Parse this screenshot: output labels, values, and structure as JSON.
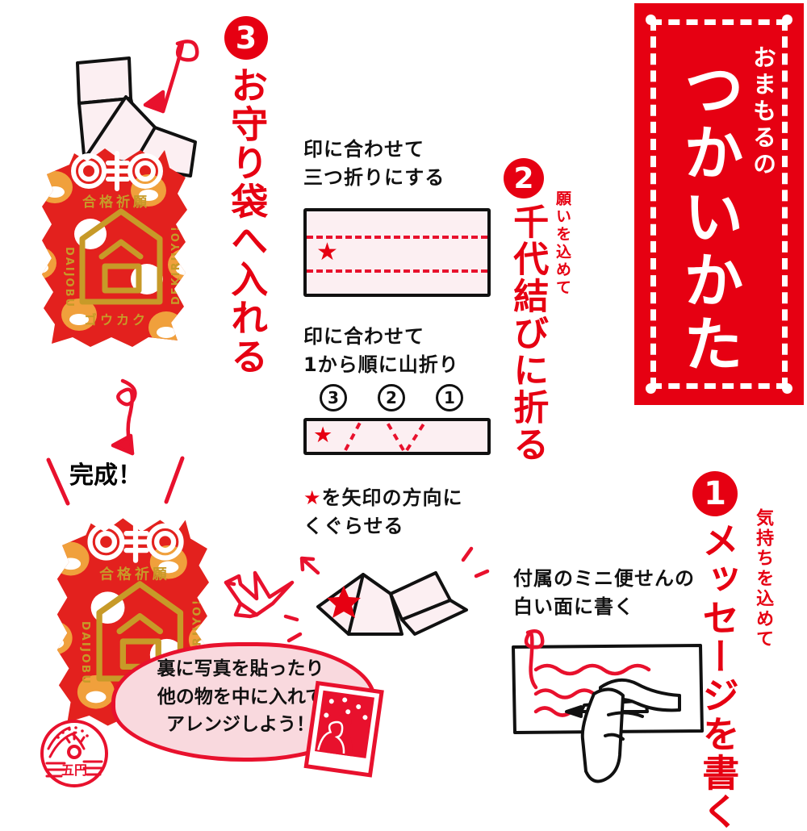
{
  "title_banner": {
    "main_text": "つかいかた",
    "sub_text": "おまもるの",
    "bg_color": "#E60012",
    "text_color": "#FFFFFF"
  },
  "accent_colors": {
    "red": "#E60012",
    "line_red": "#E8112D",
    "paper_pink": "#FCEFF2",
    "bubble_pink": "#F9D9DE",
    "gold": "#C9A227",
    "ink_black": "#111111"
  },
  "steps": [
    {
      "number": "1",
      "sub_heading": "気持ちを込めて",
      "heading": "メッセージを書く",
      "caption": "付属のミニ便せんの\n白い面に書く"
    },
    {
      "number": "2",
      "sub_heading": "願いを込めて",
      "heading": "千代結びに折る",
      "caption_fold_three": "印に合わせて\n三つ折りにする",
      "caption_mountain_fold": "印に合わせて\n1から順に山折り",
      "fold_marks": [
        "3",
        "2",
        "1"
      ],
      "caption_star": "を矢印の方向に\nくぐらせる",
      "caption_star_prefix": "★"
    },
    {
      "number": "3",
      "heading": "お守り袋へ入れる"
    }
  ],
  "completion": {
    "label": "完成！",
    "bubble_text": "裏に写真を貼ったり\n他の物を中に入れて\nアレンジしよう！"
  },
  "omamori": {
    "top_kanji": "合格祈願",
    "center_kanji": "合",
    "bottom_katakana": "ゴウカク",
    "left_romaji": "DAIJOBU",
    "right_romaji": "DEKIRUYO!"
  },
  "coin_stamp": {
    "label": "五円"
  },
  "icons": {
    "star": "star-icon",
    "arrow_curly": "curly-arrow-icon",
    "crane": "origami-crane-icon",
    "photo": "photo-print-icon",
    "hand_pencil": "hand-with-pencil-icon"
  }
}
